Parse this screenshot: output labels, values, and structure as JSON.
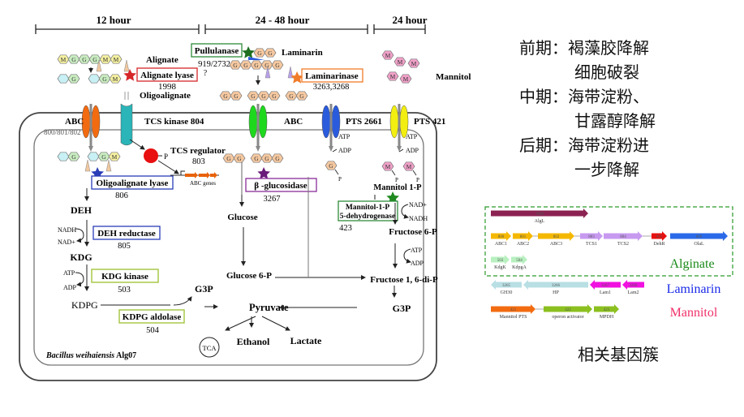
{
  "timeline": {
    "phase1": "12 hour",
    "phase2": "24 - 48 hour",
    "phase3": "24 hour"
  },
  "substrates": {
    "alginate": "Alignate",
    "oligoalginate": "Oligoalignate",
    "laminarin": "Laminarin",
    "mannitol": "Mannitol"
  },
  "sugars": {
    "alginate_chain": [
      "M",
      "G",
      "G",
      "G",
      "M",
      "M"
    ],
    "oligo_out_1": [
      "",
      "G"
    ],
    "oligo_out_2": [
      "",
      "G",
      "M"
    ],
    "oligo_in_1": [
      "",
      "G"
    ],
    "oligo_in_2": [
      "",
      "G",
      "M"
    ],
    "lam_top": [
      "G",
      "G"
    ],
    "lam_chain": [
      "G",
      "G",
      "G",
      "G",
      "G"
    ],
    "glc_out": [
      "G",
      "G",
      "G",
      "G",
      "G",
      "G",
      "G"
    ],
    "glc_in": [
      "G",
      "G",
      "G",
      "G",
      "G"
    ],
    "glc_p": [
      "G"
    ],
    "mannitol": [
      "M",
      "M",
      "M",
      "M",
      "M"
    ],
    "mannitol_p": [
      "M",
      "M"
    ]
  },
  "enzymes": {
    "alginate_lyase": {
      "label": "Alignate lyase",
      "id": "1998",
      "color": "#d62728"
    },
    "pullulanase": {
      "label": "Pullulanase",
      "id": "919/2732",
      "note": "?",
      "color": "#2e8b3a"
    },
    "laminarinase": {
      "label": "Laminarinase",
      "id": "3263,3268",
      "color": "#f07c2a"
    },
    "oligo_lyase": {
      "label": "Oligoalignate lyase",
      "id": "806",
      "color": "#2a3db8"
    },
    "deh_reductase": {
      "label": "DEH reductase",
      "id": "805",
      "color": "#2a3db8"
    },
    "kdg_kinase": {
      "label": "KDG kinase",
      "id": "503",
      "color": "#a8c84a"
    },
    "kdpg_aldolase": {
      "label": "KDPG aldolase",
      "id": "504",
      "color": "#a8c84a"
    },
    "b_glucosidase": {
      "label": "β -glucosidase",
      "id": "3267",
      "color": "#8a2c9a"
    },
    "m1p_dh": {
      "label1": "Mannitol-1-P",
      "label2": "5-dehydrogenase",
      "id": "423",
      "color": "#2e8b3a"
    }
  },
  "transporters": {
    "abc_alg": {
      "label": "ABC",
      "ids": "800/801/802",
      "color": "#f26b10"
    },
    "tcs_kinase": {
      "label": "TCS kinase 804",
      "color": "#2bb5b8"
    },
    "abc_lam": {
      "label": "ABC",
      "color": "#1ed81e"
    },
    "pts_2661": {
      "label": "PTS 2661",
      "color": "#2a5bdc"
    },
    "pts_421": {
      "label": "PTS 421",
      "color": "#f2ee10"
    }
  },
  "regulator": {
    "label": "TCS regulator",
    "id": "803",
    "p": "P",
    "genes": "ABC genes"
  },
  "metabolites": {
    "deh": "DEH",
    "kdg": "KDG",
    "kdpg": "KDPG",
    "g3p_left": "G3P",
    "pyruvate": "Pyruvate",
    "tca": "TCA",
    "ethanol": "Ethanol",
    "lactate": "Lactate",
    "glucose": "Glucose",
    "glucose6p": "Glucose 6-P",
    "mannitol1p": "Mannitol 1-P",
    "fructose6p": "Fructose 6-P",
    "fructose16p": "Fructose 1, 6-di-P",
    "g3p_right": "G3P"
  },
  "cofactors": {
    "nadh": "NADH",
    "nadp": "NAD+",
    "atp": "ATP",
    "adp": "ADP",
    "p": "P"
  },
  "organism": {
    "species": "Bacillus weihaiensis",
    "strain": "Alg07"
  },
  "notes": {
    "line1": "前期：褐藻胶降解",
    "line2": "细胞破裂",
    "line3": "中期：海带淀粉、",
    "line4": "甘露醇降解",
    "line5": "后期：海带淀粉进",
    "line6": "一步降解",
    "cluster_caption": "相关基因簇"
  },
  "gene_clusters": {
    "alginate": {
      "title": "Alginate",
      "color": "#1a8a1a",
      "genes": [
        {
          "id": "1998",
          "name": "AlgL",
          "color": "#8b2252",
          "dir": "right"
        },
        {
          "id": "800",
          "name": "ABC1",
          "color": "#f5b800",
          "dir": "right"
        },
        {
          "id": "801",
          "name": "ABC2",
          "color": "#f5b800",
          "dir": "right"
        },
        {
          "id": "802",
          "name": "ABC3",
          "color": "#f5b800",
          "dir": "right"
        },
        {
          "id": "803",
          "name": "TCS1",
          "color": "#c79af0",
          "dir": "right"
        },
        {
          "id": "804",
          "name": "TCS2",
          "color": "#c79af0",
          "dir": "right"
        },
        {
          "id": "805",
          "name": "DehR",
          "color": "#e81010",
          "dir": "right"
        },
        {
          "id": "806",
          "name": "OlaL",
          "color": "#2a6ae8",
          "dir": "right"
        },
        {
          "id": "503",
          "name": "KdgK",
          "color": "#b8f0c0",
          "dir": "right"
        },
        {
          "id": "504",
          "name": "KdpgA",
          "color": "#b8f0c0",
          "dir": "right"
        }
      ]
    },
    "laminarin": {
      "title": "Laminarin",
      "color": "#1a2ae8",
      "genes": [
        {
          "id": "3265",
          "name": "GH30",
          "color": "#b8dfe4",
          "dir": "left"
        },
        {
          "id": "3266",
          "name": "HP",
          "color": "#b8dfe4",
          "dir": "left"
        },
        {
          "id": "3267",
          "name": "Lam1",
          "color": "#f010e0",
          "dir": "left"
        },
        {
          "id": "3268",
          "name": "Lam2",
          "color": "#f010e0",
          "dir": "left"
        }
      ]
    },
    "mannitol": {
      "title": "Mannitol",
      "color": "#f0306a",
      "genes": [
        {
          "id": "421",
          "name": "Mannitol PTS",
          "color": "#f26b10",
          "dir": "right"
        },
        {
          "id": "422",
          "name": "operon activator",
          "color": "#8cc020",
          "dir": "right"
        },
        {
          "id": "423",
          "name": "MPDH",
          "color": "#8cc020",
          "dir": "right"
        }
      ]
    }
  }
}
